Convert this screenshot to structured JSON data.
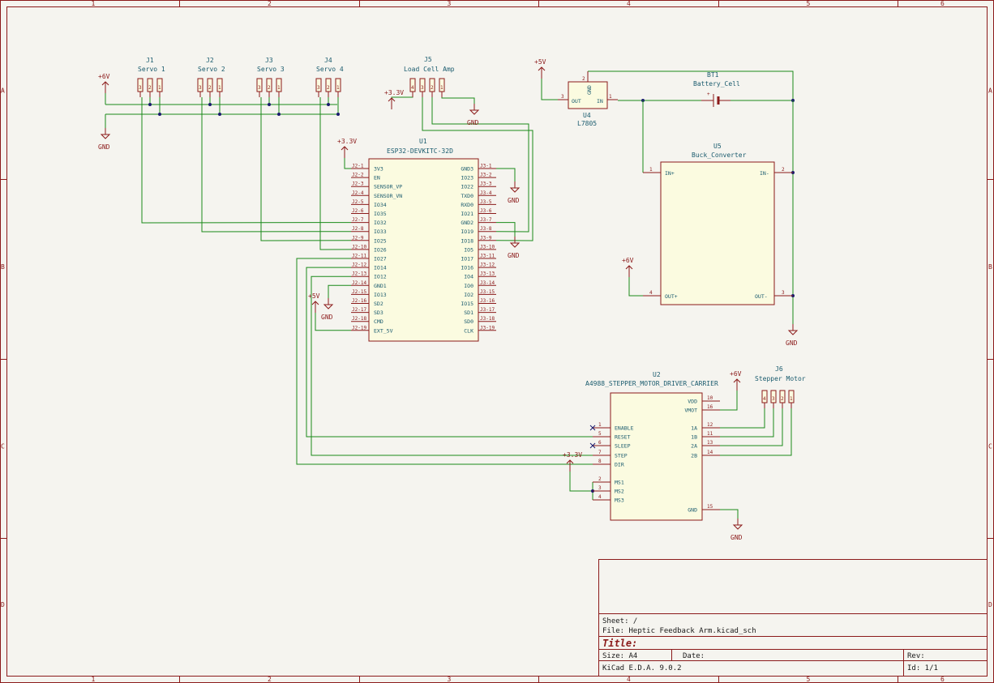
{
  "border": {
    "columns": [
      "1",
      "2",
      "3",
      "4",
      "5",
      "6"
    ],
    "rows": [
      "A",
      "B",
      "C",
      "D"
    ]
  },
  "servos": [
    {
      "ref": "J1",
      "value": "Servo 1"
    },
    {
      "ref": "J2",
      "value": "Servo 2"
    },
    {
      "ref": "J3",
      "value": "Servo 3"
    },
    {
      "ref": "J4",
      "value": "Servo 4"
    }
  ],
  "load_cell": {
    "ref": "J5",
    "value": "Load Cell Amp"
  },
  "esp32": {
    "ref": "U1",
    "value": "ESP32-DEVKITC-32D",
    "left_pins": [
      "3V3",
      "EN",
      "SENSOR_VP",
      "SENSOR_VN",
      "IO34",
      "IO35",
      "IO32",
      "IO33",
      "IO25",
      "IO26",
      "IO27",
      "IO14",
      "IO12",
      "GND1",
      "IO13",
      "SD2",
      "SD3",
      "CMD",
      "EXT_5V"
    ],
    "left_nums": [
      "J2-1",
      "J2-2",
      "J2-3",
      "J2-4",
      "J2-5",
      "J2-6",
      "J2-7",
      "J2-8",
      "J2-9",
      "J2-10",
      "J2-11",
      "J2-12",
      "J2-13",
      "J2-14",
      "J2-15",
      "J2-16",
      "J2-17",
      "J2-18",
      "J2-19"
    ],
    "right_pins": [
      "GND3",
      "IO23",
      "IO22",
      "TXD0",
      "RXD0",
      "IO21",
      "GND2",
      "IO19",
      "IO18",
      "IO5",
      "IO17",
      "IO16",
      "IO4",
      "IO0",
      "IO2",
      "IO15",
      "SD1",
      "SD0",
      "CLK"
    ],
    "right_nums": [
      "J3-1",
      "J3-2",
      "J3-3",
      "J3-4",
      "J3-5",
      "J3-6",
      "J3-7",
      "J3-8",
      "J3-9",
      "J3-10",
      "J3-11",
      "J3-12",
      "J3-13",
      "J3-14",
      "J3-15",
      "J3-16",
      "J3-17",
      "J3-18",
      "J3-19"
    ]
  },
  "regulator": {
    "ref": "U4",
    "value": "L7805",
    "pin_out": "OUT",
    "pin_in": "IN",
    "pin_gnd": "GND",
    "num_out": "3",
    "num_in": "1",
    "num_gnd": "2"
  },
  "battery": {
    "ref": "BT1",
    "value": "Battery_Cell"
  },
  "buck": {
    "ref": "U5",
    "value": "Buck_Converter",
    "in_plus": "IN+",
    "in_minus": "IN-",
    "out_plus": "OUT+",
    "out_minus": "OUT-",
    "n1": "1",
    "n2": "2",
    "n3": "3",
    "n4": "4"
  },
  "driver": {
    "ref": "U2",
    "value": "A4988_STEPPER_MOTOR_DRIVER_CARRIER",
    "left_pins": [
      "ENABLE",
      "RESET",
      "SLEEP",
      "STEP",
      "DIR",
      "MS1",
      "MS2",
      "MS3"
    ],
    "left_nums": [
      "1",
      "5",
      "6",
      "7",
      "8",
      "2",
      "3",
      "4"
    ],
    "right_pins": [
      "VDD",
      "VMOT",
      "1A",
      "1B",
      "2A",
      "2B",
      "GND"
    ],
    "right_nums": [
      "10",
      "16",
      "12",
      "11",
      "13",
      "14",
      "15"
    ]
  },
  "stepper": {
    "ref": "J6",
    "value": "Stepper Motor"
  },
  "power": {
    "p6v": "+6V",
    "p5v": "+5V",
    "p33v": "+3.3V",
    "gnd": "GND"
  },
  "title_block": {
    "sheet": "Sheet: /",
    "file": "File: Heptic Feedback Arm.kicad_sch",
    "title": "Title:",
    "size": "Size: A4",
    "date": "Date:",
    "rev": "Rev:",
    "tool": "KiCad E.D.A. 9.0.2",
    "id": "Id: 1/1"
  }
}
